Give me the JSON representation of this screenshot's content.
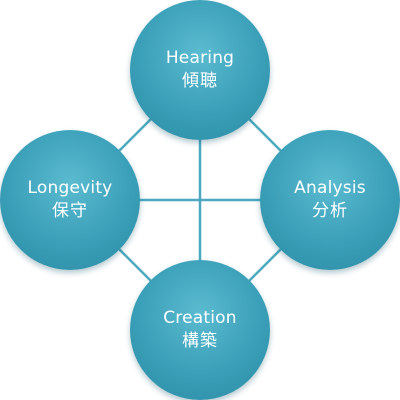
{
  "diagram": {
    "nodes": {
      "top": {
        "label_en": "Hearing",
        "label_jp": "傾聴"
      },
      "left": {
        "label_en": "Longevity",
        "label_jp": "保守"
      },
      "right": {
        "label_en": "Analysis",
        "label_jp": "分析"
      },
      "bottom": {
        "label_en": "Creation",
        "label_jp": "構築"
      }
    },
    "colors": {
      "node_fill": "#3a9fb8",
      "connector": "#4aa9bf"
    }
  }
}
